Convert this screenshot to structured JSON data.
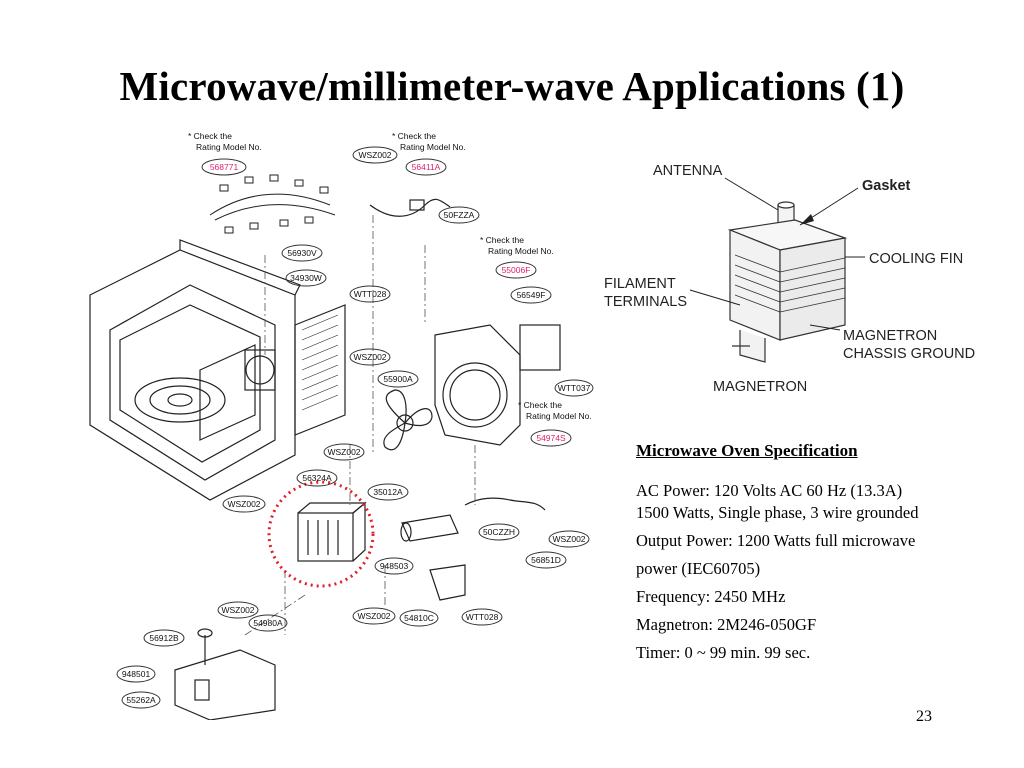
{
  "slide": {
    "title": "Microwave/millimeter-wave Applications (1)",
    "page_number": "23"
  },
  "exploded_view": {
    "rating_note_line1": "* Check the",
    "rating_note_line2": "Rating Model No.",
    "part_numbers": {
      "p568771": "568771",
      "p56411A": "56411A",
      "pWSZ002_top": "WSZ002",
      "p50FZZA": "50FZZA",
      "p55006F": "55006F",
      "p56930V": "56930V",
      "p34930W": "34930W",
      "pWTT028_top": "WTT028",
      "p56549F": "56549F",
      "pWSZ002_mid": "WSZ002",
      "p55900A": "55900A",
      "pWTT037": "WTT037",
      "p54974S": "54974S",
      "pWSZ002_center": "WSZ002",
      "p56324A": "56324A",
      "p35012A": "35012A",
      "pWSZ002_left": "WSZ002",
      "p50CZZH": "50CZZH",
      "pWSZ002_right": "WSZ002",
      "p56851D": "56851D",
      "p948503": "948503",
      "pWSZ002_bottom": "WSZ002",
      "p54810C": "54810C",
      "pWTT028_bottom": "WTT028",
      "pWSZ002_lower": "WSZ002",
      "p54980A": "54980A",
      "p56912B": "56912B",
      "p948501": "948501",
      "p55262A": "55262A"
    },
    "highlight_color": "#e0202a",
    "rating_label_color": "#e0206f"
  },
  "magnetron_diagram": {
    "antenna": "ANTENNA",
    "gasket": "Gasket",
    "cooling_fin": "COOLING FIN",
    "filament_line1": "FILAMENT",
    "filament_line2": "TERMINALS",
    "chassis_line1": "MAGNETRON",
    "chassis_line2": "CHASSIS GROUND",
    "caption": "MAGNETRON"
  },
  "specification": {
    "heading": "Microwave Oven Specification",
    "ac_power_line1": "AC Power: 120 Volts AC 60 Hz (13.3A)",
    "ac_power_line2": "1500 Watts, Single phase, 3 wire grounded",
    "output_line1": "Output Power: 1200 Watts full microwave",
    "output_line2": "power (IEC60705)",
    "frequency": "Frequency: 2450 MHz",
    "magnetron": "Magnetron: 2M246-050GF",
    "timer": "Timer: 0 ~ 99 min. 99 sec."
  }
}
